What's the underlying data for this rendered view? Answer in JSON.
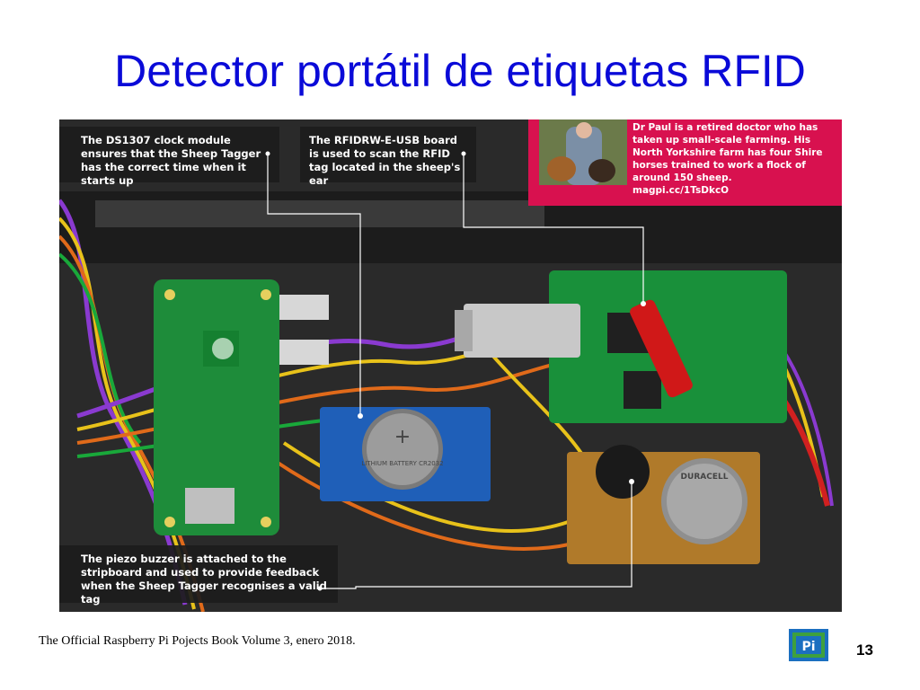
{
  "slide": {
    "title": "Detector portátil de etiquetas RFID",
    "source": "The Official Raspberry Pi Pojects Book Volume 3, enero 2018.",
    "page_number": "13"
  },
  "photo": {
    "callouts": [
      {
        "text": "The DS1307 clock module ensures that the Sheep Tagger has the correct time when it starts up"
      },
      {
        "text": "The RFIDRW-E-USB board is used to scan the RFID tag located in the sheep's ear"
      },
      {
        "text": "The piezo buzzer is attached to the stripboard and used to provide feedback when the Sheep Tagger recognises a valid tag"
      }
    ],
    "bio": {
      "text": "Dr Paul is a retired doctor who has taken up small-scale farming. His North Yorkshire farm has four Shire horses trained to work a flock of around 150 sheep.",
      "url": "magpi.cc/1TsDkcO"
    },
    "board_labels": {
      "battery": "LITHIUM BATTERY CR2032",
      "duracell": "DURACELL"
    }
  },
  "logo": {
    "text": "Pi"
  },
  "colors": {
    "title": "#0a0ad8",
    "pink": "#d8114f",
    "pcb_green": "#1e8c3a",
    "rtc_blue": "#1f5fb8"
  }
}
